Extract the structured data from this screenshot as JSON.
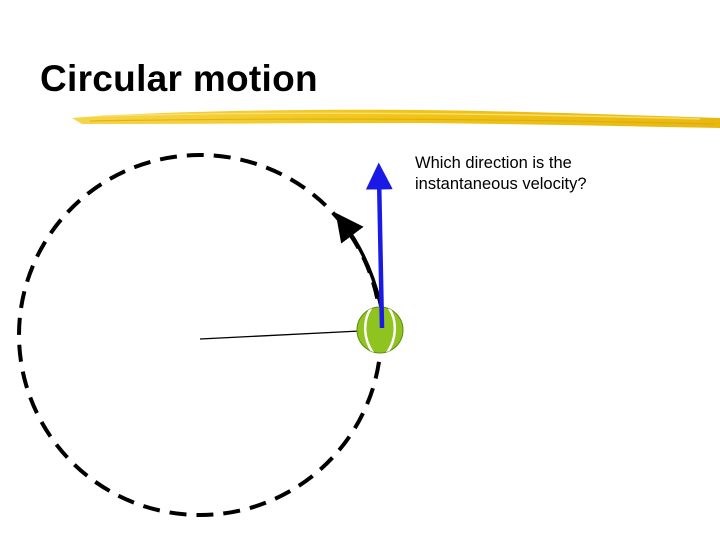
{
  "slide": {
    "title": "Circular motion",
    "question": {
      "line1": "Which direction is the",
      "line2": "instantaneous velocity?"
    }
  },
  "colors": {
    "background": "#ffffff",
    "title_text": "#000000",
    "underline_brush": "#f0c419",
    "circle_path": "#000000",
    "radius_line": "#000000",
    "path_arrow": "#000000",
    "velocity_arrow": "#1a1ae6",
    "ball_fill": "#8fc31f",
    "ball_seam": "#ffffff"
  },
  "diagram": {
    "path_style": "dashed",
    "object": "tennis-ball",
    "arrows": [
      "curved-path-arrow",
      "velocity-arrow"
    ]
  }
}
